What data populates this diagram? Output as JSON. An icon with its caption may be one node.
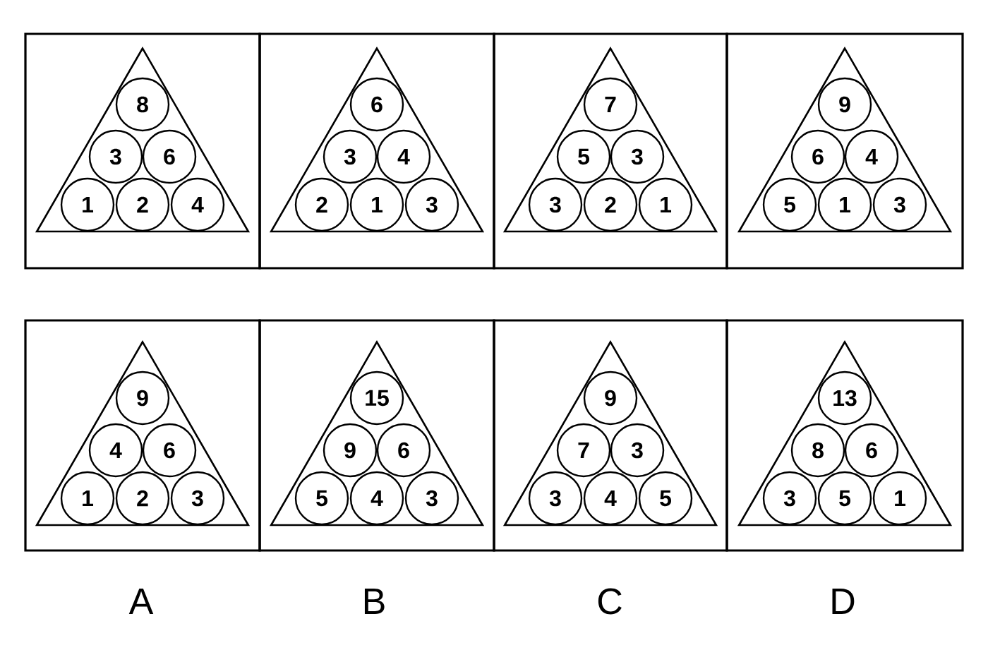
{
  "diagram": {
    "nodes": [
      {
        "text": [],
        "shape": "box"
      },
      {
        "text": [],
        "shape": "triangle",
        "in": 0
      },
      {
        "text": [
          "8"
        ],
        "in": 1
      },
      {
        "text": [
          "3"
        ],
        "in": 1
      },
      {
        "text": [
          "6"
        ],
        "in": 1
      },
      {
        "text": [
          "1"
        ],
        "in": 1
      },
      {
        "text": [
          "2"
        ],
        "in": 1
      },
      {
        "text": [
          "4"
        ],
        "in": 1
      },
      {
        "text": [],
        "shape": "box"
      },
      {
        "text": [],
        "shape": "triangle",
        "in": 8
      },
      {
        "text": [
          "6"
        ],
        "in": 9
      },
      {
        "text": [
          "3"
        ],
        "in": 9
      },
      {
        "text": [
          "4"
        ],
        "in": 9
      },
      {
        "text": [
          "2"
        ],
        "in": 9
      },
      {
        "text": [
          "1"
        ],
        "in": 9
      },
      {
        "text": [
          "3"
        ],
        "in": 9
      },
      {
        "text": [],
        "shape": "box"
      },
      {
        "text": [],
        "shape": "triangle",
        "in": 16
      },
      {
        "text": [
          "7"
        ],
        "in": 17
      },
      {
        "text": [
          "5"
        ],
        "in": 17
      },
      {
        "text": [
          "3"
        ],
        "in": 17
      },
      {
        "text": [
          "3"
        ],
        "in": 17
      },
      {
        "text": [
          "2"
        ],
        "in": 17
      },
      {
        "text": [
          "1"
        ],
        "in": 17
      },
      {
        "text": [],
        "shape": "box"
      },
      {
        "text": [],
        "shape": "triangle",
        "in": 24
      },
      {
        "text": [
          "9"
        ],
        "in": 25
      },
      {
        "text": [
          "6"
        ],
        "in": 25
      },
      {
        "text": [
          "4"
        ],
        "in": 25
      },
      {
        "text": [
          "5"
        ],
        "in": 25
      },
      {
        "text": [
          "1"
        ],
        "in": 25
      },
      {
        "text": [
          "3"
        ],
        "in": 25
      },
      {
        "text": [],
        "shape": "box"
      },
      {
        "text": [],
        "shape": "triangle",
        "in": 32
      },
      {
        "text": [
          "9"
        ],
        "in": 33
      },
      {
        "text": [
          "4"
        ],
        "in": 33
      },
      {
        "text": [
          "6"
        ],
        "in": 33
      },
      {
        "text": [
          "1"
        ],
        "in": 33
      },
      {
        "text": [
          "2"
        ],
        "in": 33
      },
      {
        "text": [
          "3"
        ],
        "in": 33
      },
      {
        "text": [],
        "shape": "box"
      },
      {
        "text": [],
        "shape": "triangle",
        "in": 40
      },
      {
        "text": [
          "15"
        ],
        "in": 41
      },
      {
        "text": [
          "9"
        ],
        "in": 41
      },
      {
        "text": [
          "6"
        ],
        "in": 41
      },
      {
        "text": [
          "5"
        ],
        "in": 41
      },
      {
        "text": [
          "4"
        ],
        "in": 41
      },
      {
        "text": [
          "3"
        ],
        "in": 41
      },
      {
        "text": [],
        "shape": "box"
      },
      {
        "text": [],
        "shape": "triangle",
        "in": 48
      },
      {
        "text": [
          "9"
        ],
        "in": 49
      },
      {
        "text": [
          "7"
        ],
        "in": 49
      },
      {
        "text": [
          "3"
        ],
        "in": 49
      },
      {
        "text": [
          "3"
        ],
        "in": 49
      },
      {
        "text": [
          "4"
        ],
        "in": 49
      },
      {
        "text": [
          "5"
        ],
        "in": 49
      },
      {
        "text": [],
        "shape": "box"
      },
      {
        "text": [],
        "shape": "triangle",
        "in": 56
      },
      {
        "text": [
          "13"
        ],
        "in": 57
      },
      {
        "text": [
          "8"
        ],
        "in": 57
      },
      {
        "text": [
          "6"
        ],
        "in": 57
      },
      {
        "text": [
          "3"
        ],
        "in": 57
      },
      {
        "text": [
          "5"
        ],
        "in": 57
      },
      {
        "text": [
          "1"
        ],
        "in": 57
      }
    ],
    "labels": [
      "A",
      "B",
      "C",
      "D"
    ]
  }
}
